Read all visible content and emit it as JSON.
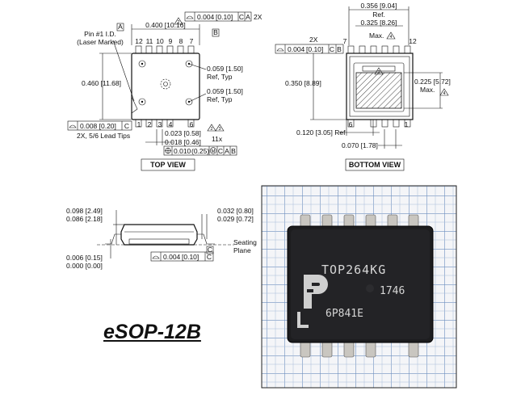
{
  "top_view": {
    "title": "TOP VIEW",
    "pin_id_label": [
      "Pin #1 I.D.",
      "(Laser Marked)"
    ],
    "width_dim": "0.400 [10.16]",
    "flatness_tol": "0.004",
    "flatness_tol_mm": "[0.10]",
    "flatness_refs": [
      "C",
      "A"
    ],
    "flatness_count": "2X",
    "datum_a": "A",
    "datum_b": "B",
    "height_dim": "0.460 [11.68]",
    "ref1_dim": "0.059 [1.50]",
    "ref1_note": "Ref, Typ",
    "ref2_dim": "0.059 [1.50]",
    "ref2_note": "Ref, Typ",
    "top_pins": [
      "12",
      "11",
      "10",
      "9",
      "8",
      "7"
    ],
    "bottom_pins": [
      "1",
      "2",
      "3",
      "4",
      "6"
    ],
    "lead_tip_tol": "0.008 [0.20]",
    "lead_tip_ref": "C",
    "lead_tip_note": "2X, 5/6 Lead Tips",
    "lead_w1": "0.023 [0.58]",
    "lead_w2": "0.018 [0.46]",
    "lead_count": "11x",
    "pos_tol": "0.010",
    "pos_tol_mm": "(0.25)",
    "pos_refs": [
      "M",
      "C",
      "A",
      "B"
    ],
    "note_marks": [
      "2",
      "2",
      "3"
    ]
  },
  "bottom_view": {
    "title": "BOTTOM VIEW",
    "overall_dim": "0.356 [9.04]",
    "overall_note": "Ref.",
    "pad_w_dim": "0.325 [8.26]",
    "pad_w_note": "Max.",
    "flat_count": "2X",
    "flat_tol": "0.004",
    "flat_tol_mm": "[0.10]",
    "flat_refs": [
      "C",
      "B"
    ],
    "height_dim": "0.350 [8.89]",
    "pad_h_dim": "0.225 [5.72]",
    "pad_h_note": "Max.",
    "ref_dim": "0.120 [3.05] Ref",
    "pitch_dim": "0.070 [1.78]",
    "pin_left": "7",
    "pin_right": "12",
    "pin_bl": "6",
    "pin_br": "1",
    "note_marks": [
      "4",
      "2"
    ]
  },
  "side_view": {
    "h1": "0.098 [2.49]",
    "h2": "0.086 [2.18]",
    "s1": "0.006 [0.15]",
    "s2": "0.000 [0.00]",
    "t1": "0.032 [0.80]",
    "t2": "0.029 [0.72]",
    "seating": [
      "Seating",
      "Plane"
    ],
    "flat_tol": "0.004",
    "flat_tol_mm": "[0.10]",
    "flat_ref": "C",
    "ref_c": "C"
  },
  "photo": {
    "part_number": "TOP264KG",
    "date_code": "1746",
    "lot_code": "6P841E"
  },
  "package_name": "eSOP-12B"
}
